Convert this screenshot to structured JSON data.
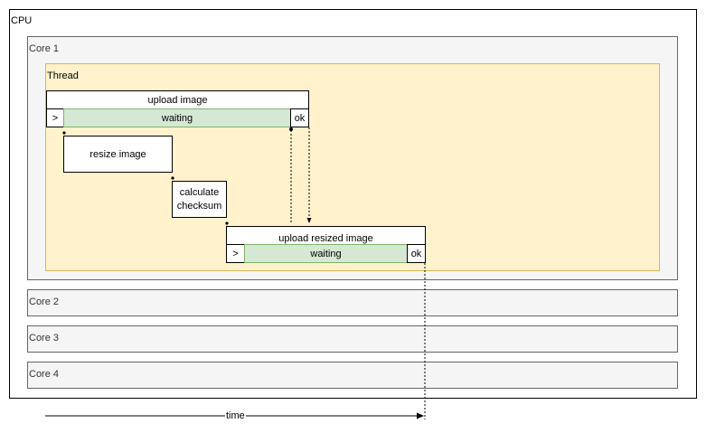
{
  "cpu": {
    "label": "CPU"
  },
  "cores": [
    {
      "label": "Core 1"
    },
    {
      "label": "Core 2"
    },
    {
      "label": "Core 3"
    },
    {
      "label": "Core 4"
    }
  ],
  "thread": {
    "label": "Thread"
  },
  "upload_image": {
    "title": "upload image",
    "start": ">",
    "waiting": "waiting",
    "ok": "ok"
  },
  "resize_image": {
    "label": "resize image"
  },
  "calculate_checksum": {
    "label": "calculate checksum"
  },
  "upload_resized": {
    "title": "upload resized image",
    "start": ">",
    "waiting": "waiting",
    "ok": "ok"
  },
  "time_axis": {
    "label": "time"
  }
}
